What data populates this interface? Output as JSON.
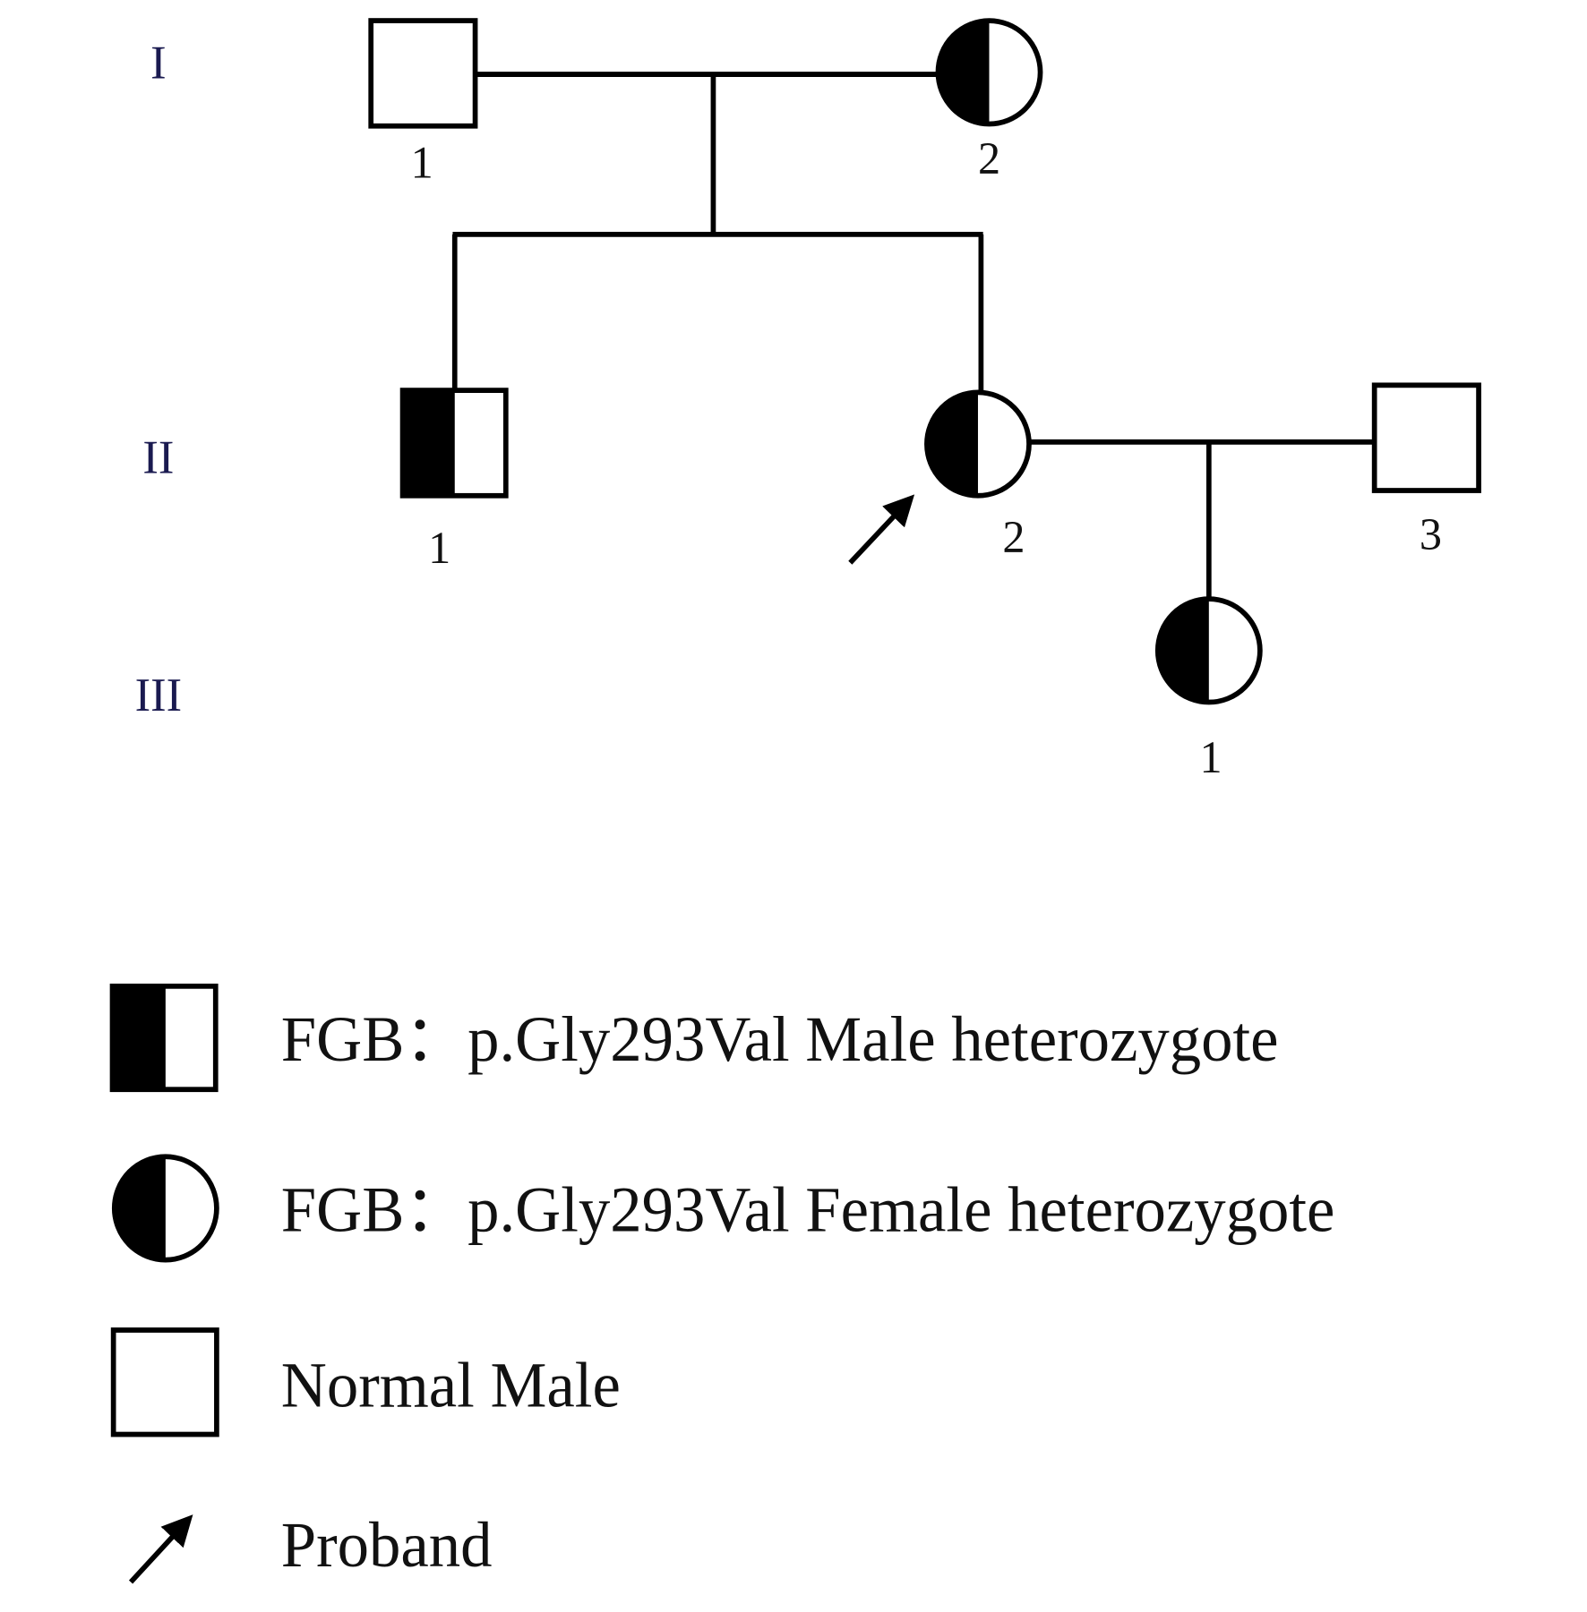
{
  "generations": [
    "I",
    "II",
    "III"
  ],
  "individuals": [
    {
      "id": "I-1",
      "label": "1",
      "sex": "male",
      "status": "normal"
    },
    {
      "id": "I-2",
      "label": "2",
      "sex": "female",
      "status": "heterozygote"
    },
    {
      "id": "II-1",
      "label": "1",
      "sex": "male",
      "status": "heterozygote"
    },
    {
      "id": "II-2",
      "label": "2",
      "sex": "female",
      "status": "heterozygote",
      "proband": true
    },
    {
      "id": "II-3",
      "label": "3",
      "sex": "male",
      "status": "normal"
    },
    {
      "id": "III-1",
      "label": "1",
      "sex": "female",
      "status": "heterozygote"
    }
  ],
  "legend": [
    {
      "symbol": "half-filled-square",
      "text": "FGB：p.Gly293Val  Male heterozygote"
    },
    {
      "symbol": "half-filled-circle",
      "text": "FGB：p.Gly293Val  Female heterozygote"
    },
    {
      "symbol": "empty-square",
      "text": "Normal Male"
    },
    {
      "symbol": "arrow",
      "text": "Proband"
    }
  ]
}
